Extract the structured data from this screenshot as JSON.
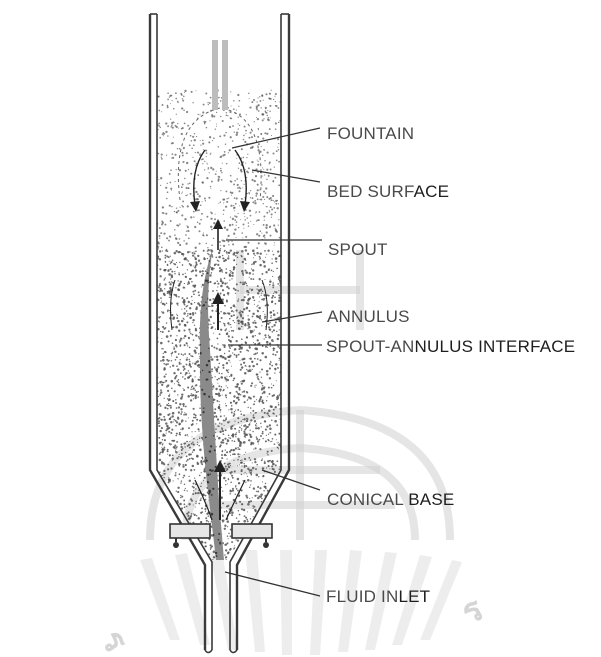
{
  "labels": {
    "fountain": "FOUNTAIN",
    "bed_surface_a": "BED SURF",
    "bed_surface_b": "ACE",
    "spout": "SPOUT",
    "annulus": "ANNULUS",
    "interface_a": "SPOUT-AN",
    "interface_b": "NULUS INTERFACE",
    "conical_base_a": "CONICAL ",
    "conical_base_b": "BASE",
    "fluid_inlet_a": "FLUID IN",
    "fluid_inlet_b": "LET"
  },
  "watermark": {
    "left_char": "ร",
    "right_char": "ร"
  },
  "colors": {
    "line": "#333333",
    "particles": "#555555",
    "spout_fill": "#8a8a8a",
    "watermark": "#cfcfcf"
  }
}
